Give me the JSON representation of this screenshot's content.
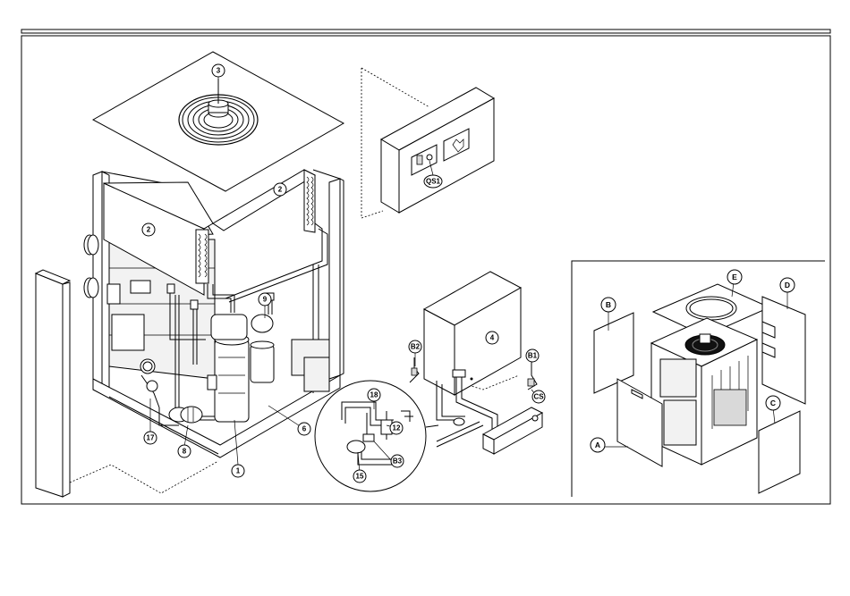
{
  "callouts": {
    "c1": "1",
    "c2a": "2",
    "c2b": "2",
    "c3": "3",
    "c4": "4",
    "c6": "6",
    "c8": "8",
    "c9": "9",
    "c12": "12",
    "c15": "15",
    "c17": "17",
    "c18": "18",
    "qs1": "QS1",
    "b1": "B1",
    "b2": "B2",
    "b3": "B3",
    "cs": "CS"
  },
  "panels": {
    "a": "A",
    "b": "B",
    "c": "C",
    "d": "D",
    "e": "E"
  }
}
